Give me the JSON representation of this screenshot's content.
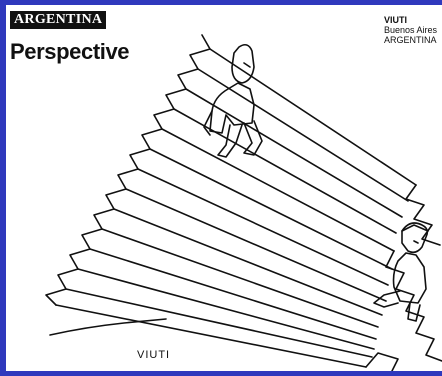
{
  "header": {
    "country_badge": "ARGENTINA",
    "title": "Perspective"
  },
  "credit": {
    "author": "VIUTI",
    "city": "Buenos Aires",
    "country": "ARGENTINA"
  },
  "cartoon": {
    "signature": "VIUTI",
    "subject": "staircase-illusion-icon"
  },
  "colors": {
    "border": "#2f39bd",
    "paper": "#ffffff",
    "ink": "#111111"
  }
}
